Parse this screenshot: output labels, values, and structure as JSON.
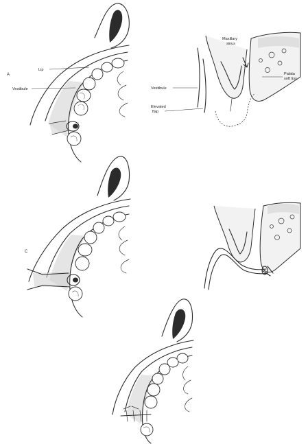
{
  "figure": {
    "panels": [
      {
        "id": "A",
        "letter": "A",
        "labels": {
          "lip": "Lip",
          "vestibule": "Vestibule"
        }
      },
      {
        "id": "B",
        "letter": "",
        "labels": {
          "maxillary_sinus_1": "Maxillary",
          "maxillary_sinus_2": "sinus",
          "vestibule": "Vestibule",
          "elevated_flap_1": "Elevated",
          "elevated_flap_2": "flap",
          "palatal_1": "Palata",
          "palatal_2": "soft tiss"
        }
      },
      {
        "id": "C",
        "letter": "C",
        "labels": {}
      },
      {
        "id": "D",
        "letter": "",
        "labels": {}
      },
      {
        "id": "E",
        "letter": "",
        "labels": {}
      }
    ]
  }
}
